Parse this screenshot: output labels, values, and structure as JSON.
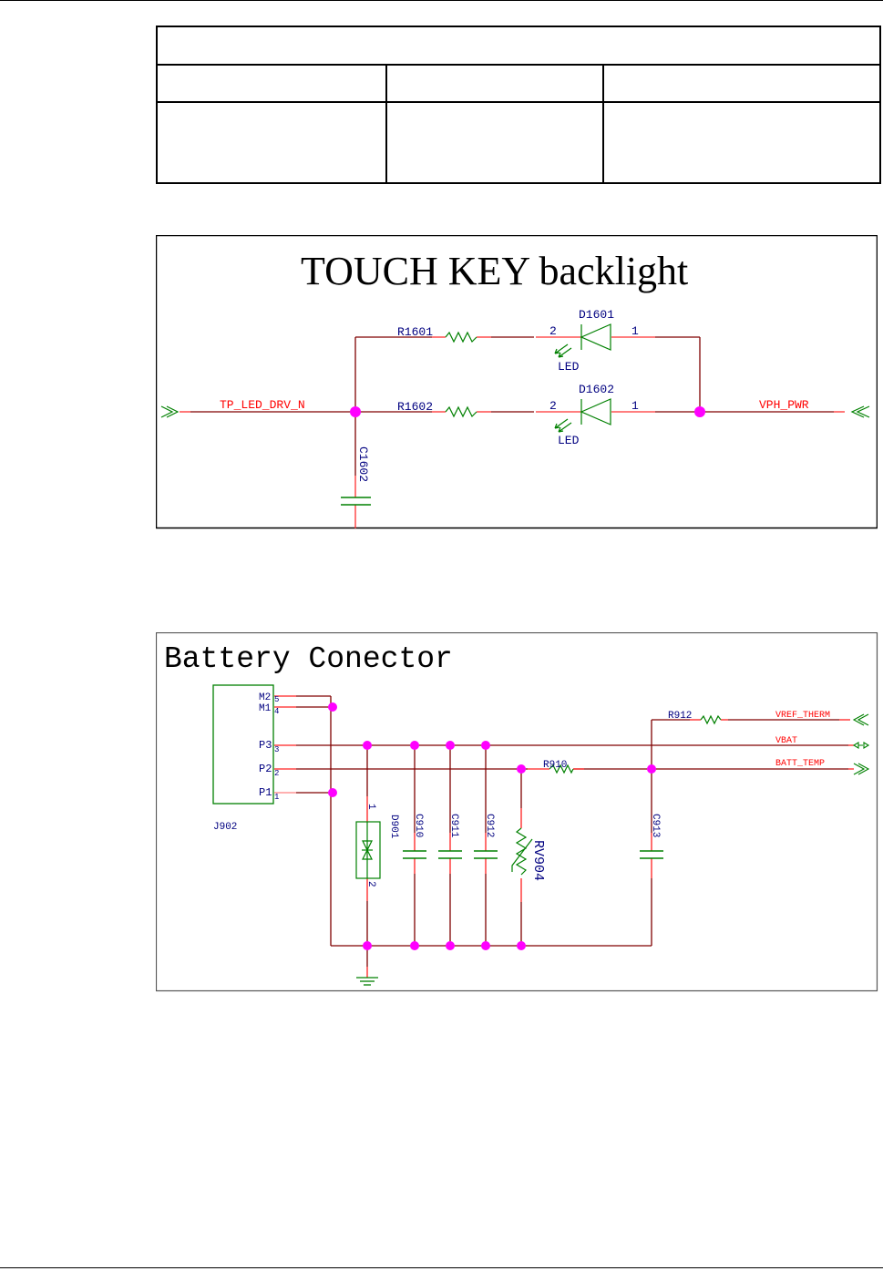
{
  "page": {
    "spec_table": {
      "title_row": [
        ""
      ],
      "header_row": [
        "",
        "",
        ""
      ],
      "body_row": [
        "",
        "",
        ""
      ]
    }
  },
  "colors": {
    "wire": "#800000",
    "wire_stub": "#ff0000",
    "junction": "#ff00ff",
    "component": "#008000",
    "designator": "#000080",
    "net_label": "#ff0000",
    "frame": "#000000"
  },
  "touch_key": {
    "title": "TOUCH KEY backlight",
    "nets": {
      "left": "TP_LED_DRV_N",
      "right": "VPH_PWR"
    },
    "resistors": [
      "R1601",
      "R1602"
    ],
    "capacitor": "C1602",
    "diodes": [
      {
        "ref": "D1601",
        "type": "LED",
        "pin_anode": "2",
        "pin_cathode": "1"
      },
      {
        "ref": "D1602",
        "type": "LED",
        "pin_anode": "2",
        "pin_cathode": "1"
      }
    ]
  },
  "battery": {
    "title": "Battery Conector",
    "connector": {
      "ref": "J902",
      "pins": [
        {
          "name": "M2",
          "num": "5"
        },
        {
          "name": "M1",
          "num": "4"
        },
        {
          "name": "P3",
          "num": "3"
        },
        {
          "name": "P2",
          "num": "2"
        },
        {
          "name": "P1",
          "num": "1"
        }
      ]
    },
    "tvs": {
      "ref": "D901",
      "pin_top": "1",
      "pin_bottom": "2"
    },
    "capacitors": [
      "C910",
      "C911",
      "C912",
      "C913"
    ],
    "thermistor": "RV904",
    "resistors": [
      "R910",
      "R912"
    ],
    "nets": [
      "VREF_THERM",
      "VBAT",
      "BATT_TEMP"
    ]
  }
}
